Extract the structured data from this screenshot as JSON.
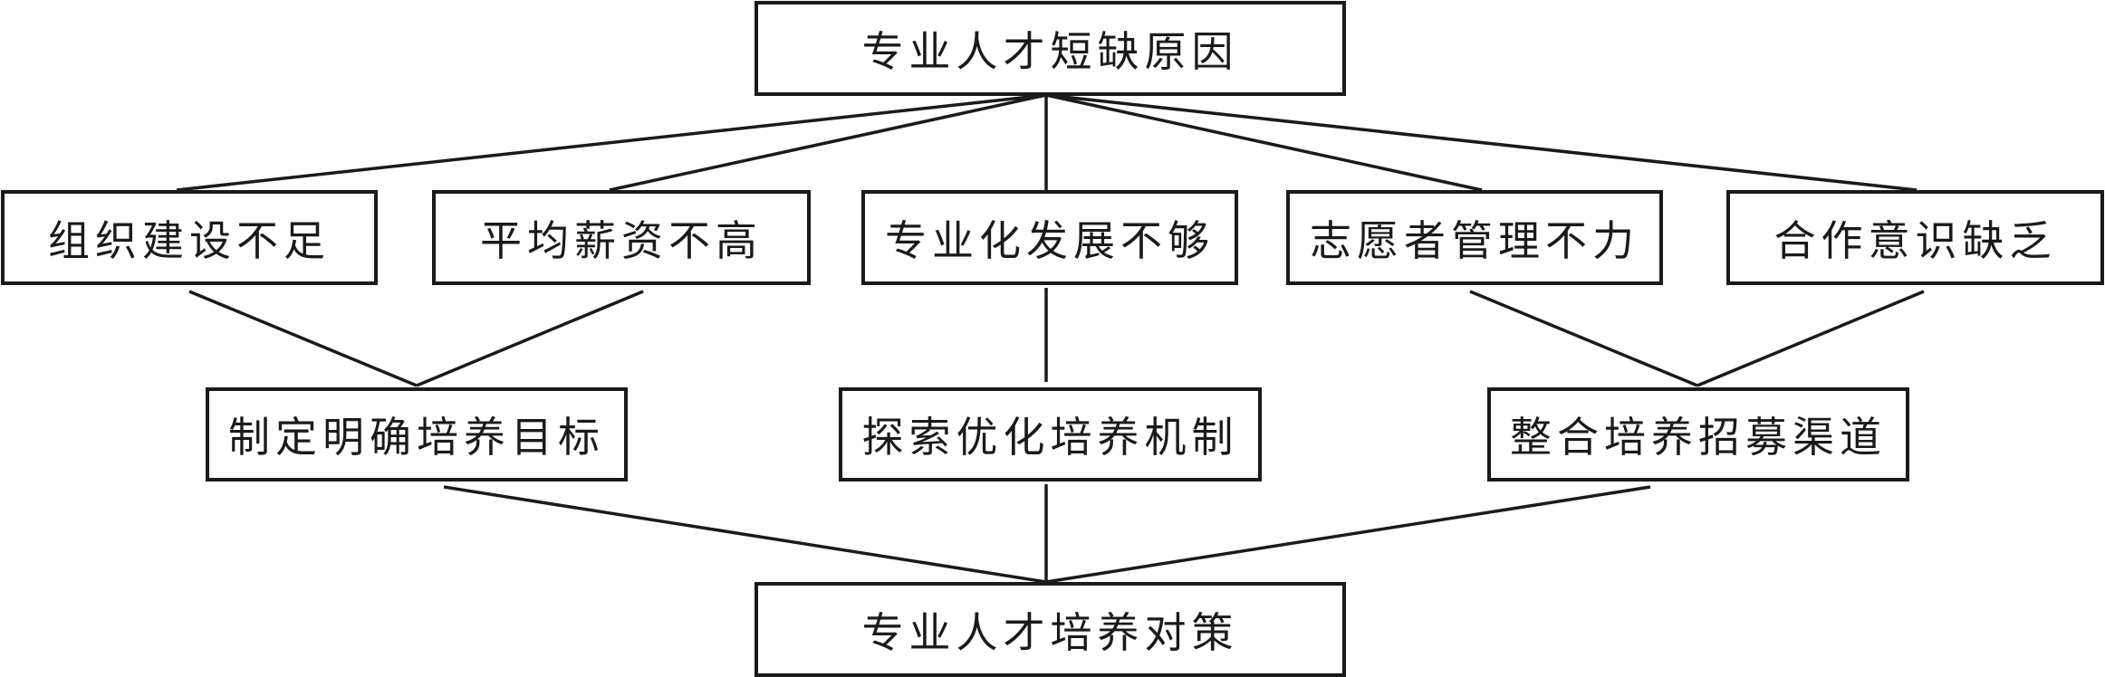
{
  "diagram": {
    "type": "tree-flow",
    "root": {
      "id": "cause",
      "label": "专业人才短缺原因"
    },
    "causes": [
      {
        "id": "c1",
        "label": "组织建设不足"
      },
      {
        "id": "c2",
        "label": "平均薪资不高"
      },
      {
        "id": "c3",
        "label": "专业化发展不够"
      },
      {
        "id": "c4",
        "label": "志愿者管理不力"
      },
      {
        "id": "c5",
        "label": "合作意识缺乏"
      }
    ],
    "measures": [
      {
        "id": "m1",
        "label": "制定明确培养目标",
        "from": [
          "c1",
          "c2"
        ]
      },
      {
        "id": "m2",
        "label": "探索优化培养机制",
        "from": [
          "c3"
        ]
      },
      {
        "id": "m3",
        "label": "整合培养招募渠道",
        "from": [
          "c4",
          "c5"
        ]
      }
    ],
    "result": {
      "id": "result",
      "label": "专业人才培养对策",
      "from": [
        "m1",
        "m2",
        "m3"
      ]
    },
    "colors": {
      "stroke": "#1a1a1a",
      "background": "#ffffff"
    }
  }
}
